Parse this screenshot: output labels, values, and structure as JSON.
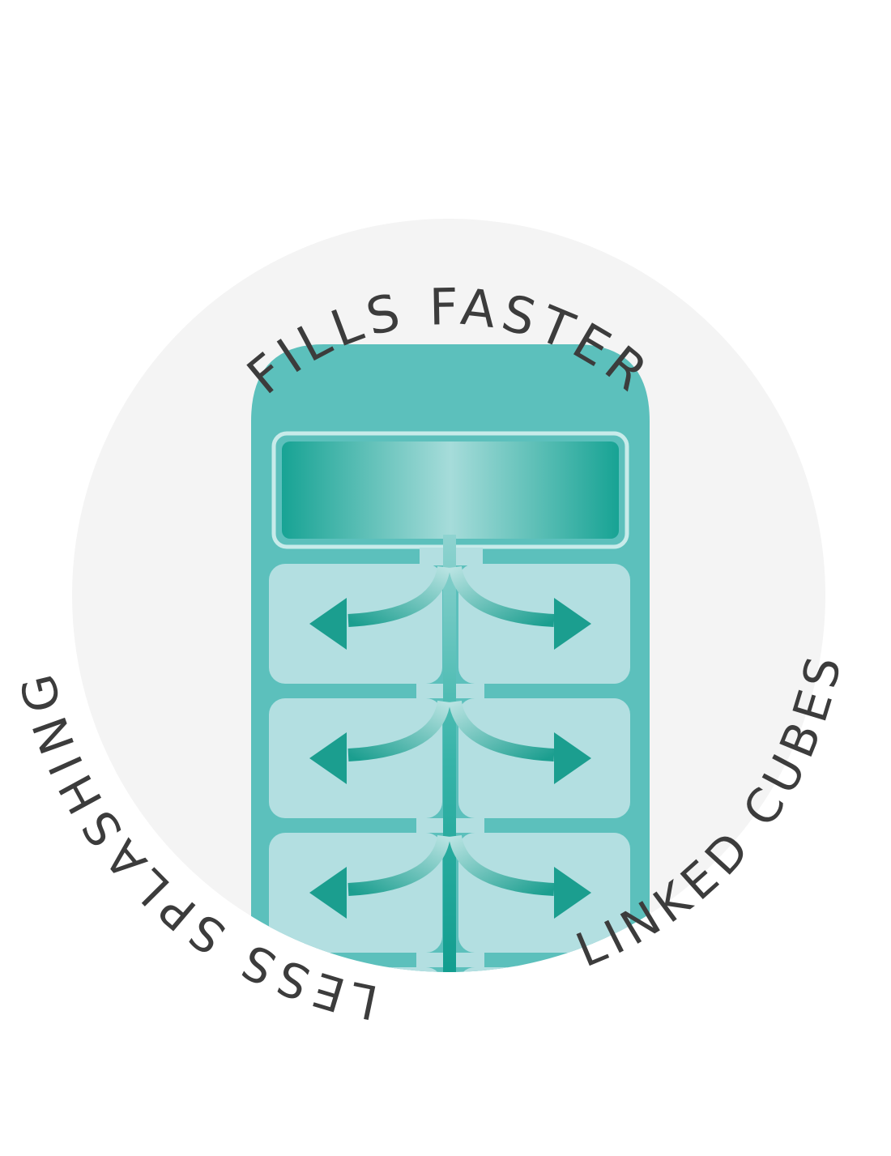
{
  "labels": {
    "top": "FILLS FASTER",
    "left": "LESS SPLASHING",
    "right": "LINKED CUBES"
  },
  "colors": {
    "page_background": "#ffffff",
    "circle_background": "#f4f4f4",
    "tray_body": "#5cc0bc",
    "tray_cell": "#b3dfe1",
    "channel_light": "#8fd3d0",
    "channel_dark": "#17a394",
    "arrow": "#1b9e8f",
    "label_text": "#3c3c3c"
  },
  "icons": {
    "tray": "ice-cube-tray-icon",
    "flow_arrows": "arrow-icon"
  }
}
